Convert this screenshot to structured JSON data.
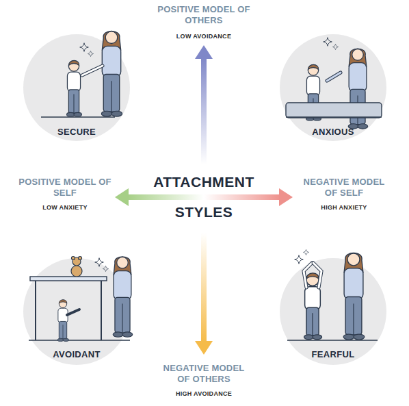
{
  "diagram": {
    "title": "ATTACHMENT STYLES",
    "nodes": [
      {
        "text": [
          "SECURE"
        ]
      },
      {
        "text": [
          "ANXIOUS"
        ]
      },
      {
        "text": [
          "AVOIDANT"
        ]
      },
      {
        "text": [
          "FEARFUL"
        ]
      }
    ],
    "labels": [
      "POSITIVE MODEL OF OTHERS",
      "LOW AVOIDANCE",
      "POSITIVE MODEL OF SELF",
      "LOW ANXIETY",
      "NEGATIVE MODEL OF SELF",
      "HIGH ANXIETY",
      "NEGATIVE MODEL OF OTHERS",
      "HIGH AVOIDANCE"
    ]
  }
}
